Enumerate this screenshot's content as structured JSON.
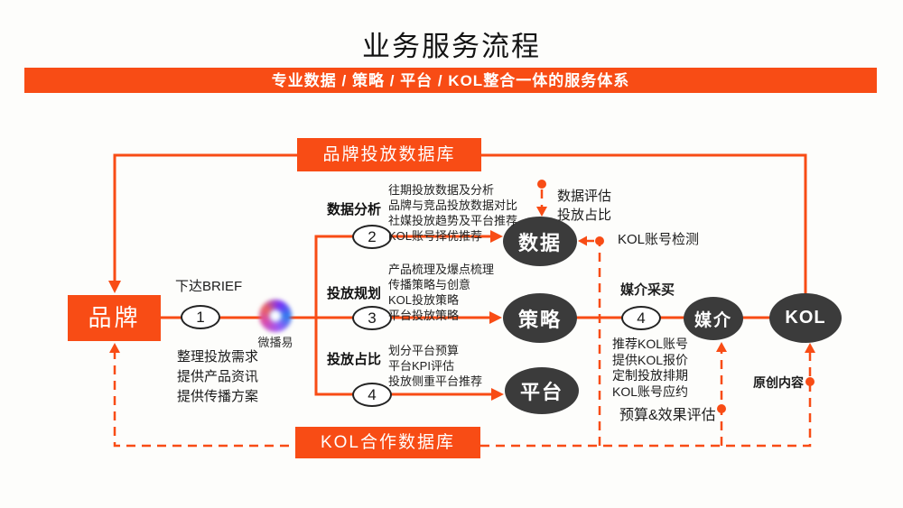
{
  "page": {
    "title": "业务服务流程",
    "subtitle": "专业数据 / 策略 / 平台 / KOL整合一体的服务体系"
  },
  "colors": {
    "accent": "#F84C15",
    "node_dark": "#3B3B3B"
  },
  "databases": {
    "top": "品牌投放数据库",
    "bottom": "KOL合作数据库"
  },
  "brand": {
    "label": "品牌",
    "arrow_label": "下达BRIEF",
    "tasks": [
      "整理投放需求",
      "提供产品资讯",
      "提供传播方案"
    ]
  },
  "company": {
    "logo_label": "微播易"
  },
  "nodes": {
    "data": "数据",
    "strategy": "策略",
    "platform": "平台",
    "media": "媒介",
    "kol": "KOL"
  },
  "steps": {
    "step1": {
      "number": "1"
    },
    "step2": {
      "number": "2",
      "title": "数据分析",
      "items": [
        "往期投放数据及分析",
        "品牌与竞品投放数据对比",
        "社媒投放趋势及平台推荐",
        "KOL账号择优推荐"
      ]
    },
    "step3": {
      "number": "3",
      "title": "投放规划",
      "items": [
        "产品梳理及爆点梳理",
        "传播策略与创意",
        "KOL投放策略",
        "平台投放策略"
      ]
    },
    "step4": {
      "number": "4",
      "title": "投放占比",
      "items": [
        "划分平台预算",
        "平台KPI评估",
        "投放侧重平台推荐"
      ]
    },
    "step5": {
      "number": "4",
      "title": "媒介采买",
      "items": [
        "推荐KOL账号",
        "提供KOL报价",
        "定制投放排期",
        "KOL账号应约"
      ]
    }
  },
  "annotations": {
    "data_eval_line1": "数据评估",
    "data_eval_line2": "投放占比",
    "kol_check": "KOL账号检测",
    "budget_eval": "预算&效果评估",
    "original_content": "原创内容"
  }
}
